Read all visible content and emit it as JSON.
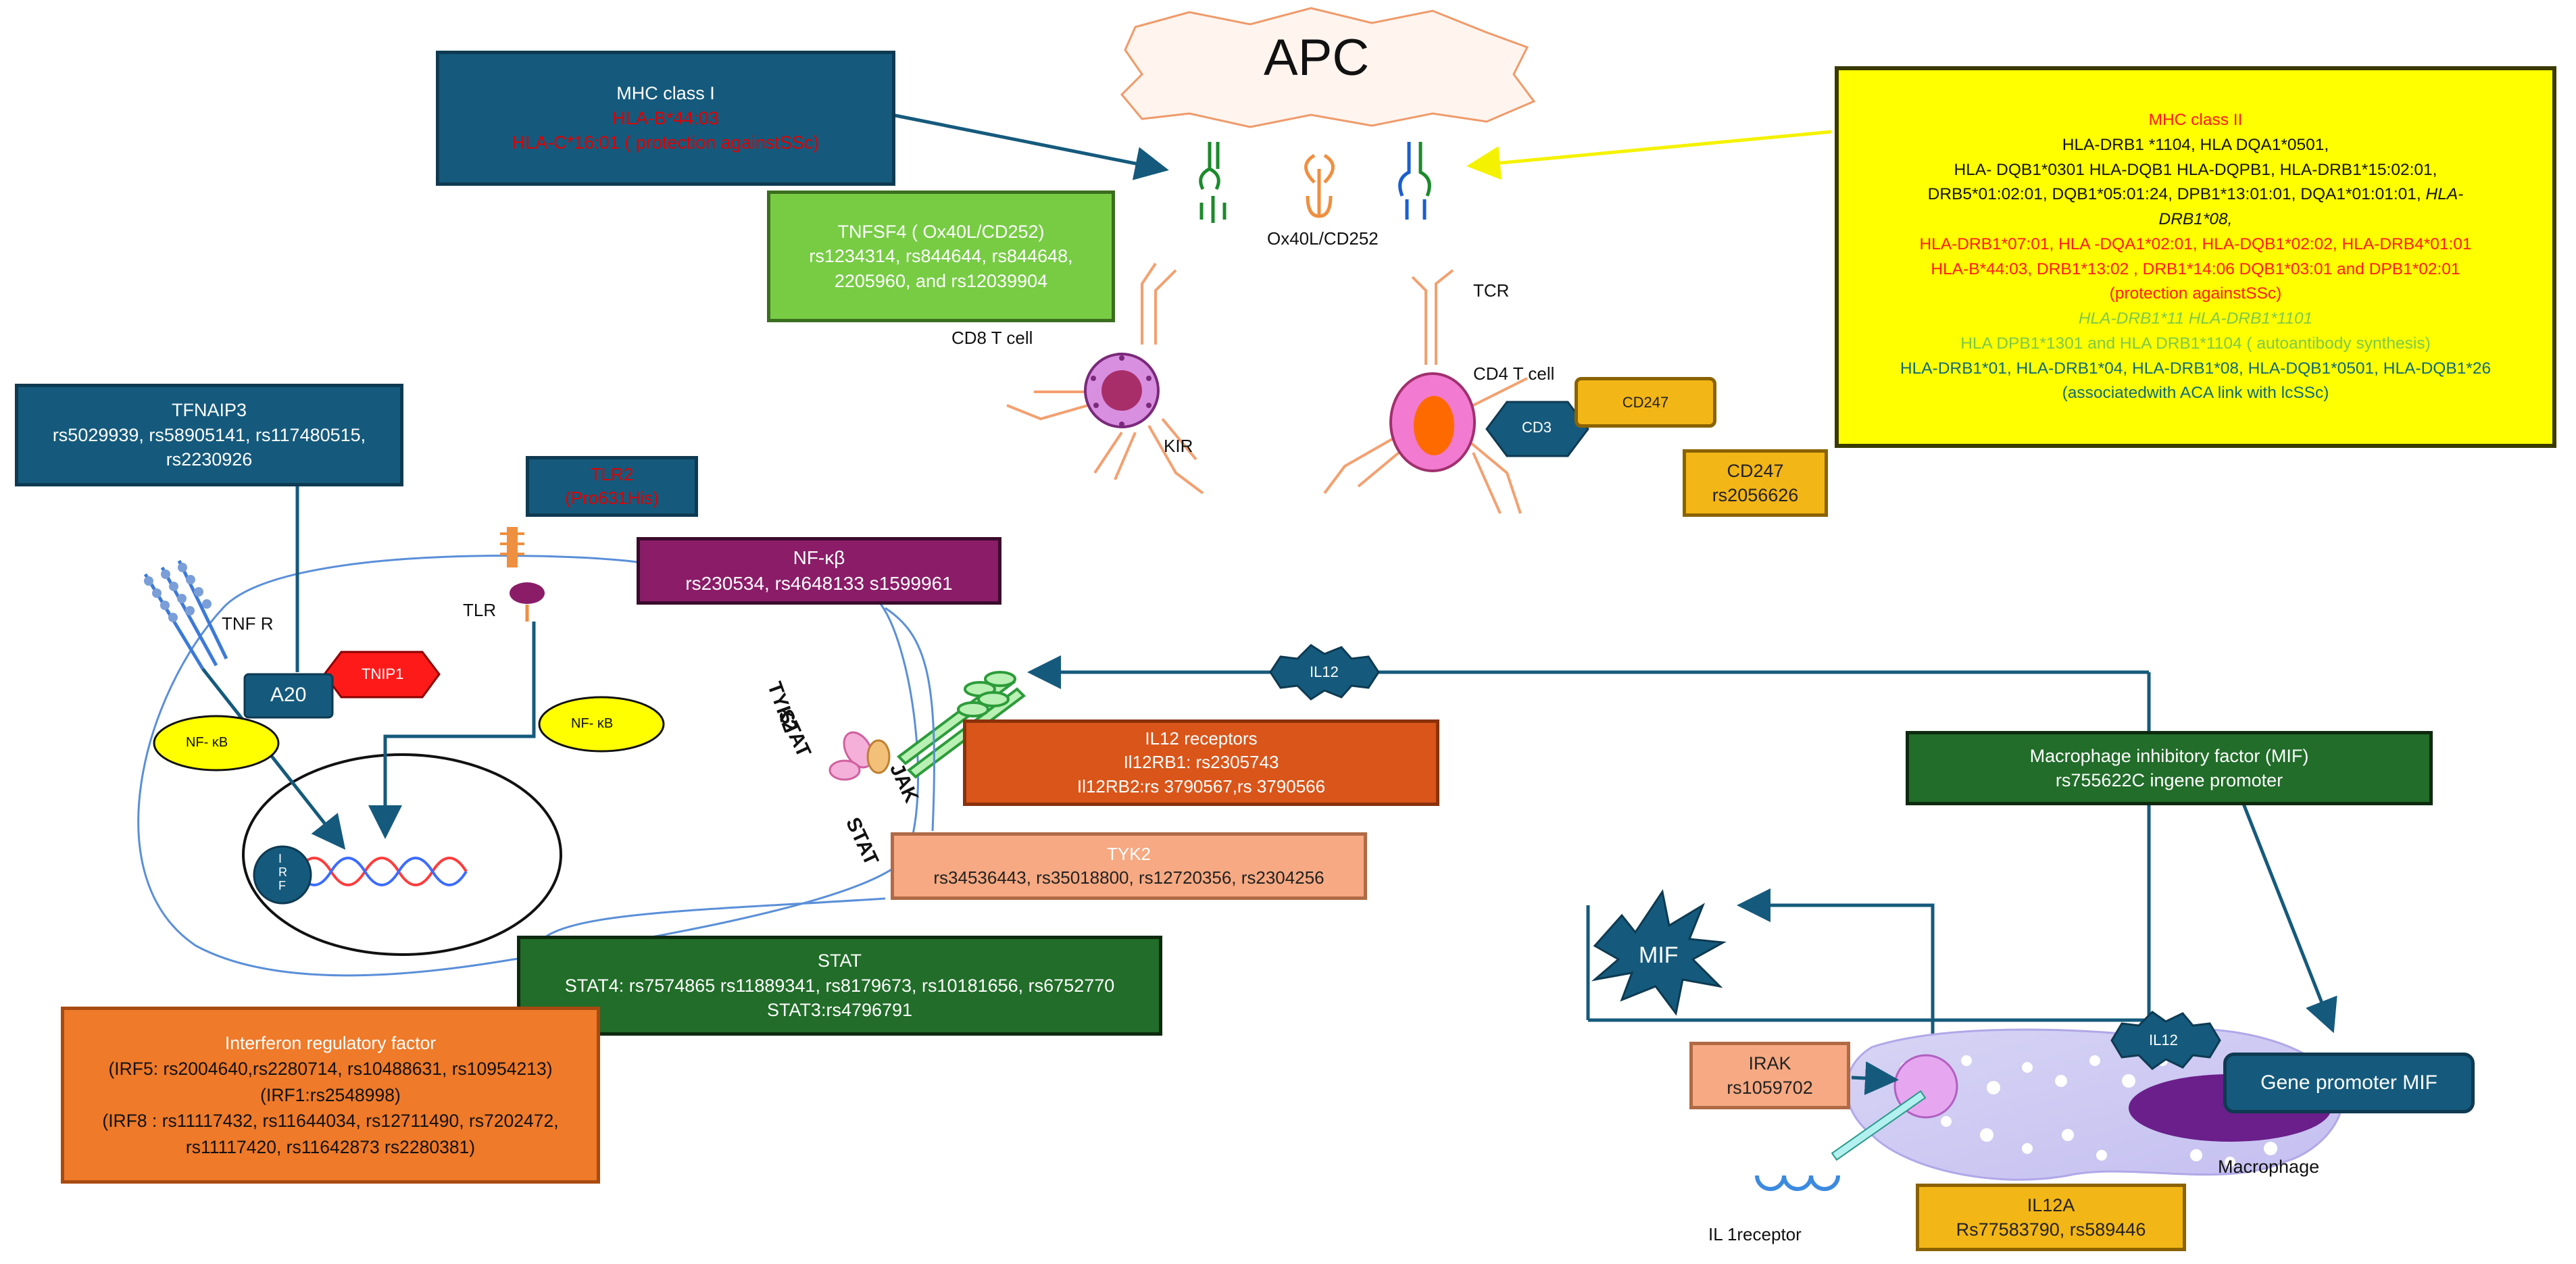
{
  "apc": {
    "label": "APC",
    "ligand_label": "Ox40L/CD252"
  },
  "mhc1": {
    "title": "MHC class I",
    "line1": "HLA-B*44:03",
    "line2": "HLA-C*16:01 ( protection againstSSc)"
  },
  "tnfsf4": {
    "title": "TNFSF4 ( Ox40L/CD252)",
    "line1": "rs1234314, rs844644, rs844648,",
    "line2": "2205960, and rs12039904"
  },
  "mhc2": {
    "title": "MHC class II",
    "l1": "HLA-DRB1 *1104, HLA DQA1*0501,",
    "l2": "HLA- DQB1*0301 HLA-DQB1 HLA-DQPB1, HLA-DRB1*15:02:01,",
    "l3": "DRB5*01:02:01, DQB1*05:01:24, DPB1*13:01:01, DQA1*01:01:01,",
    "l3b": "HLA-",
    "l4": "DRB1*08,",
    "l5": "HLA-DRB1*07:01, HLA -DQA1*02:01, HLA-DQB1*02:02, HLA-DRB4*01:01",
    "l6": "HLA-B*44:03, DRB1*13:02 , DRB1*14:06 DQB1*03:01 and DPB1*02:01",
    "l7": "(protection againstSSc)",
    "l8": "HLA-DRB1*11  HLA-DRB1*1101",
    "l9": "HLA DPB1*1301 and HLA DRB1*1104  ( autoantibody synthesis)",
    "l10": "HLA-DRB1*01, HLA-DRB1*04, HLA-DRB1*08, HLA-DQB1*0501, HLA-DQB1*26",
    "l11": "(associatedwith ACA link with lcSSc)"
  },
  "tfnaip3": {
    "title": "TFNAIP3",
    "line1": "rs5029939, rs58905141, rs117480515,",
    "line2": "rs2230926"
  },
  "tlr2": {
    "title": "TLR2",
    "line1": "(Pro631His)"
  },
  "nfkb_box": {
    "title": "NF-κβ",
    "line1": "rs230534, rs4648133 s1599961"
  },
  "cd247_box": {
    "title": "CD247",
    "line1": "rs2056626"
  },
  "il12r": {
    "title": "IL12 receptors",
    "line1": "Il12RB1: rs2305743",
    "line2": "Il12RB2:rs 3790567,rs 3790566"
  },
  "tyk2_box": {
    "title": "TYK2",
    "line1": "rs34536443, rs35018800, rs12720356, rs2304256"
  },
  "stat_box": {
    "title": "STAT",
    "line1": "STAT4: rs7574865 rs11889341, rs8179673, rs10181656, rs6752770",
    "line2": "STAT3:rs4796791"
  },
  "irf_box": {
    "title": "Interferon regulatory  factor",
    "line1": "(IRF5: rs2004640,rs2280714, rs10488631, rs10954213)",
    "line2": "(IRF1:rs2548998)",
    "line3": "(IRF8 : rs11117432, rs11644034, rs12711490, rs7202472,",
    "line4": "rs11117420, rs11642873 rs2280381)"
  },
  "mif_box": {
    "title": "Macrophage inhibitory factor (MIF)",
    "line1": "rs755622C ingene promoter"
  },
  "irak": {
    "title": "IRAK",
    "line1": "rs1059702"
  },
  "il12a": {
    "title": "IL12A",
    "line1": "Rs77583790, rs589446"
  },
  "gene_promoter": {
    "label": "Gene promoter MIF"
  },
  "labels": {
    "cd8": "CD8 T cell",
    "cd4": "CD4 T cell",
    "tcr": "TCR",
    "kir": "KIR",
    "cd3": "CD3",
    "cd247_small": "CD247",
    "tnfr": "TNF R",
    "tlr": "TLR",
    "a20": "A20",
    "tnip1": "TNIP1",
    "nfkb_left": "NF- κB",
    "nfkb_right": "NF- κB",
    "irf_nuc": "I\nR\nF",
    "il12_top": "IL12",
    "il12_mac": "IL12",
    "mif": "MIF",
    "tyk2": "TYK2",
    "jak": "JAK",
    "stat1": "STAT",
    "stat2": "STAT",
    "macrophage": "Macrophage",
    "il1r": "IL 1receptor"
  },
  "colors": {
    "dark_blue": "#155a7c",
    "dark_green": "#216d29",
    "light_green": "#77cc44",
    "purple": "#8a1c68",
    "orange": "#ee7a2a",
    "salmon": "#f6a982",
    "gold": "#f3b617",
    "yellow": "#ffff00",
    "red": "#ff1a1a"
  }
}
